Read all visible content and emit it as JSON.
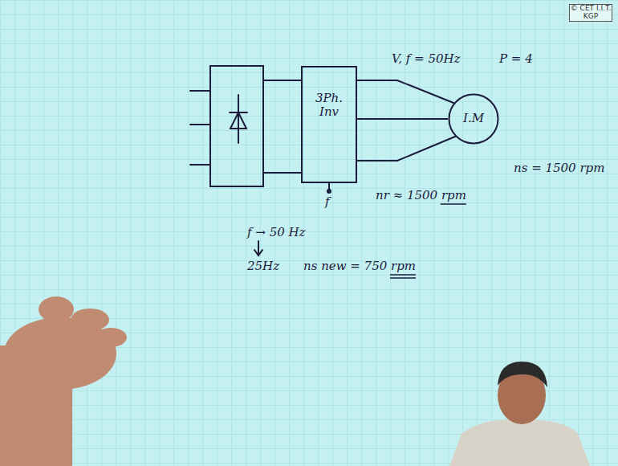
{
  "diagram": {
    "nodes": [
      {
        "text": [
          "3Ph. Inv"
        ]
      },
      {
        "text": [
          "I.M"
        ]
      }
    ],
    "edges": [
      {
        "from": 0,
        "to": 1,
        "arrow": "none"
      }
    ],
    "labels": [
      "© CET I.I.T. KGP",
      "V, f = 50Hz",
      "P = 4",
      "ns = 1500 rpm",
      "nr ≈ 1500 rpm",
      "f",
      "f → 50 Hz",
      "25Hz",
      "ns new = 750 rpm"
    ]
  }
}
